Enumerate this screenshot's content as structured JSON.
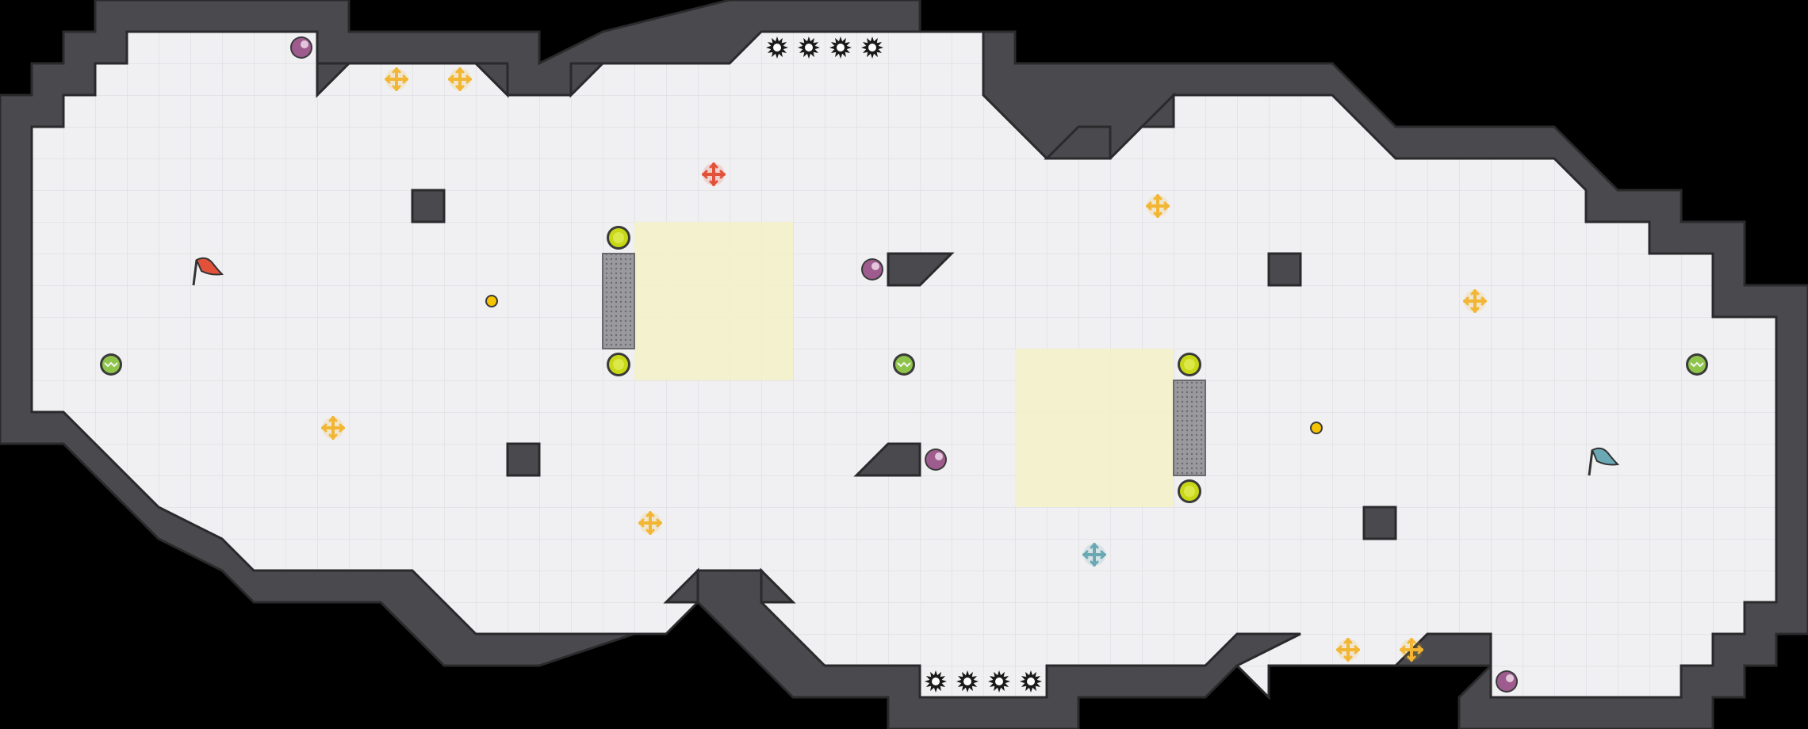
{
  "map": {
    "colors": {
      "background": "#000000",
      "floor": "#f0f0f2",
      "grid": "#d9d9dd",
      "wall": "#4a4a4e",
      "wall_edge": "#2a2a2c",
      "neutral_zone": "#f3f1c8",
      "gate": "#8e8e92",
      "button": "#c8d816",
      "red_team": "#e2523a",
      "blue_team": "#6aa9b4",
      "powerup_mushroom": "#9e5c8e",
      "boost": "#f2b632",
      "spike": "#1a1a1a",
      "bomb": "#f5c400"
    },
    "entities": [
      {
        "type": "red-flag",
        "icon": "red-flag-icon"
      },
      {
        "type": "blue-flag",
        "icon": "blue-flag-icon"
      },
      {
        "type": "boost-yellow",
        "icon": "boost-icon"
      },
      {
        "type": "boost-red",
        "icon": "red-boost-icon"
      },
      {
        "type": "boost-blue",
        "icon": "blue-boost-icon"
      },
      {
        "type": "powerup",
        "icon": "powerup-icon"
      },
      {
        "type": "gate-button",
        "icon": "button-icon"
      },
      {
        "type": "portal",
        "icon": "portal-icon"
      },
      {
        "type": "spike",
        "icon": "spike-icon"
      },
      {
        "type": "bomb",
        "icon": "bomb-icon"
      },
      {
        "type": "gate",
        "icon": "gate-icon"
      }
    ]
  }
}
